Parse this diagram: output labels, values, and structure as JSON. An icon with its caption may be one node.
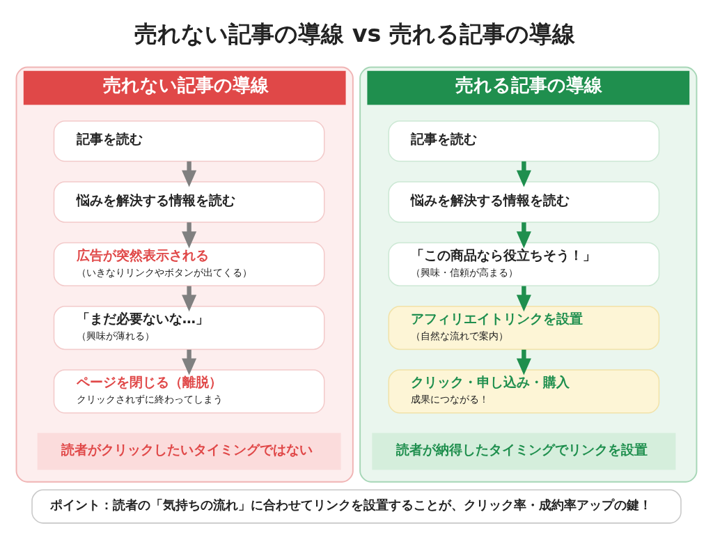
{
  "diagram": {
    "title": "売れない記事の導線 vs 売れる記事の導線",
    "nodes": [
      {
        "text": [
          "売れない記事の導線"
        ]
      },
      {
        "text": [
          "記事を読む"
        ],
        "in": 0
      },
      {
        "text": [
          "悩みを解決する情報を読む"
        ],
        "in": 0
      },
      {
        "text": [
          "広告が突然表示される",
          "（いきなりリンクやボタンが出てくる）"
        ],
        "in": 0
      },
      {
        "text": [
          "「まだ必要ないな…」",
          "（興味が薄れる）"
        ],
        "in": 0
      },
      {
        "text": [
          "ページを閉じる（離脱）",
          "クリックされずに終わってしまう"
        ],
        "in": 0
      },
      {
        "text": [
          "読者がクリックしたいタイミングではない"
        ],
        "in": 0
      },
      {
        "text": [
          "売れる記事の導線"
        ]
      },
      {
        "text": [
          "記事を読む"
        ],
        "in": 7
      },
      {
        "text": [
          "悩みを解決する情報を読む"
        ],
        "in": 7
      },
      {
        "text": [
          "「この商品なら役立ちそう！」",
          "（興味・信頼が高まる）"
        ],
        "in": 7
      },
      {
        "text": [
          "アフィリエイトリンクを設置",
          "（自然な流れで案内）"
        ],
        "in": 7
      },
      {
        "text": [
          "クリック・申し込み・購入",
          "成果につながる！"
        ],
        "in": 7
      },
      {
        "text": [
          "読者が納得したタイミングでリンクを設置"
        ],
        "in": 7
      },
      {
        "text": [
          "ポイント：読者の「気持ちの流れ」に合わせてリンクを設置することが、クリック率・成約率アップの鍵！"
        ]
      }
    ],
    "edges": [
      {
        "from": 1,
        "to": 2,
        "arrow": "to",
        "color": "#808080"
      },
      {
        "from": 2,
        "to": 3,
        "arrow": "to",
        "color": "#808080"
      },
      {
        "from": 3,
        "to": 4,
        "arrow": "to",
        "color": "#808080"
      },
      {
        "from": 4,
        "to": 5,
        "arrow": "to",
        "color": "#808080"
      },
      {
        "from": 8,
        "to": 9,
        "arrow": "to",
        "color": "#1f8f4e"
      },
      {
        "from": 9,
        "to": 10,
        "arrow": "to",
        "color": "#1f8f4e"
      },
      {
        "from": 10,
        "to": 11,
        "arrow": "to",
        "color": "#1f8f4e"
      },
      {
        "from": 11,
        "to": 12,
        "arrow": "to",
        "color": "#1f8f4e"
      }
    ]
  }
}
